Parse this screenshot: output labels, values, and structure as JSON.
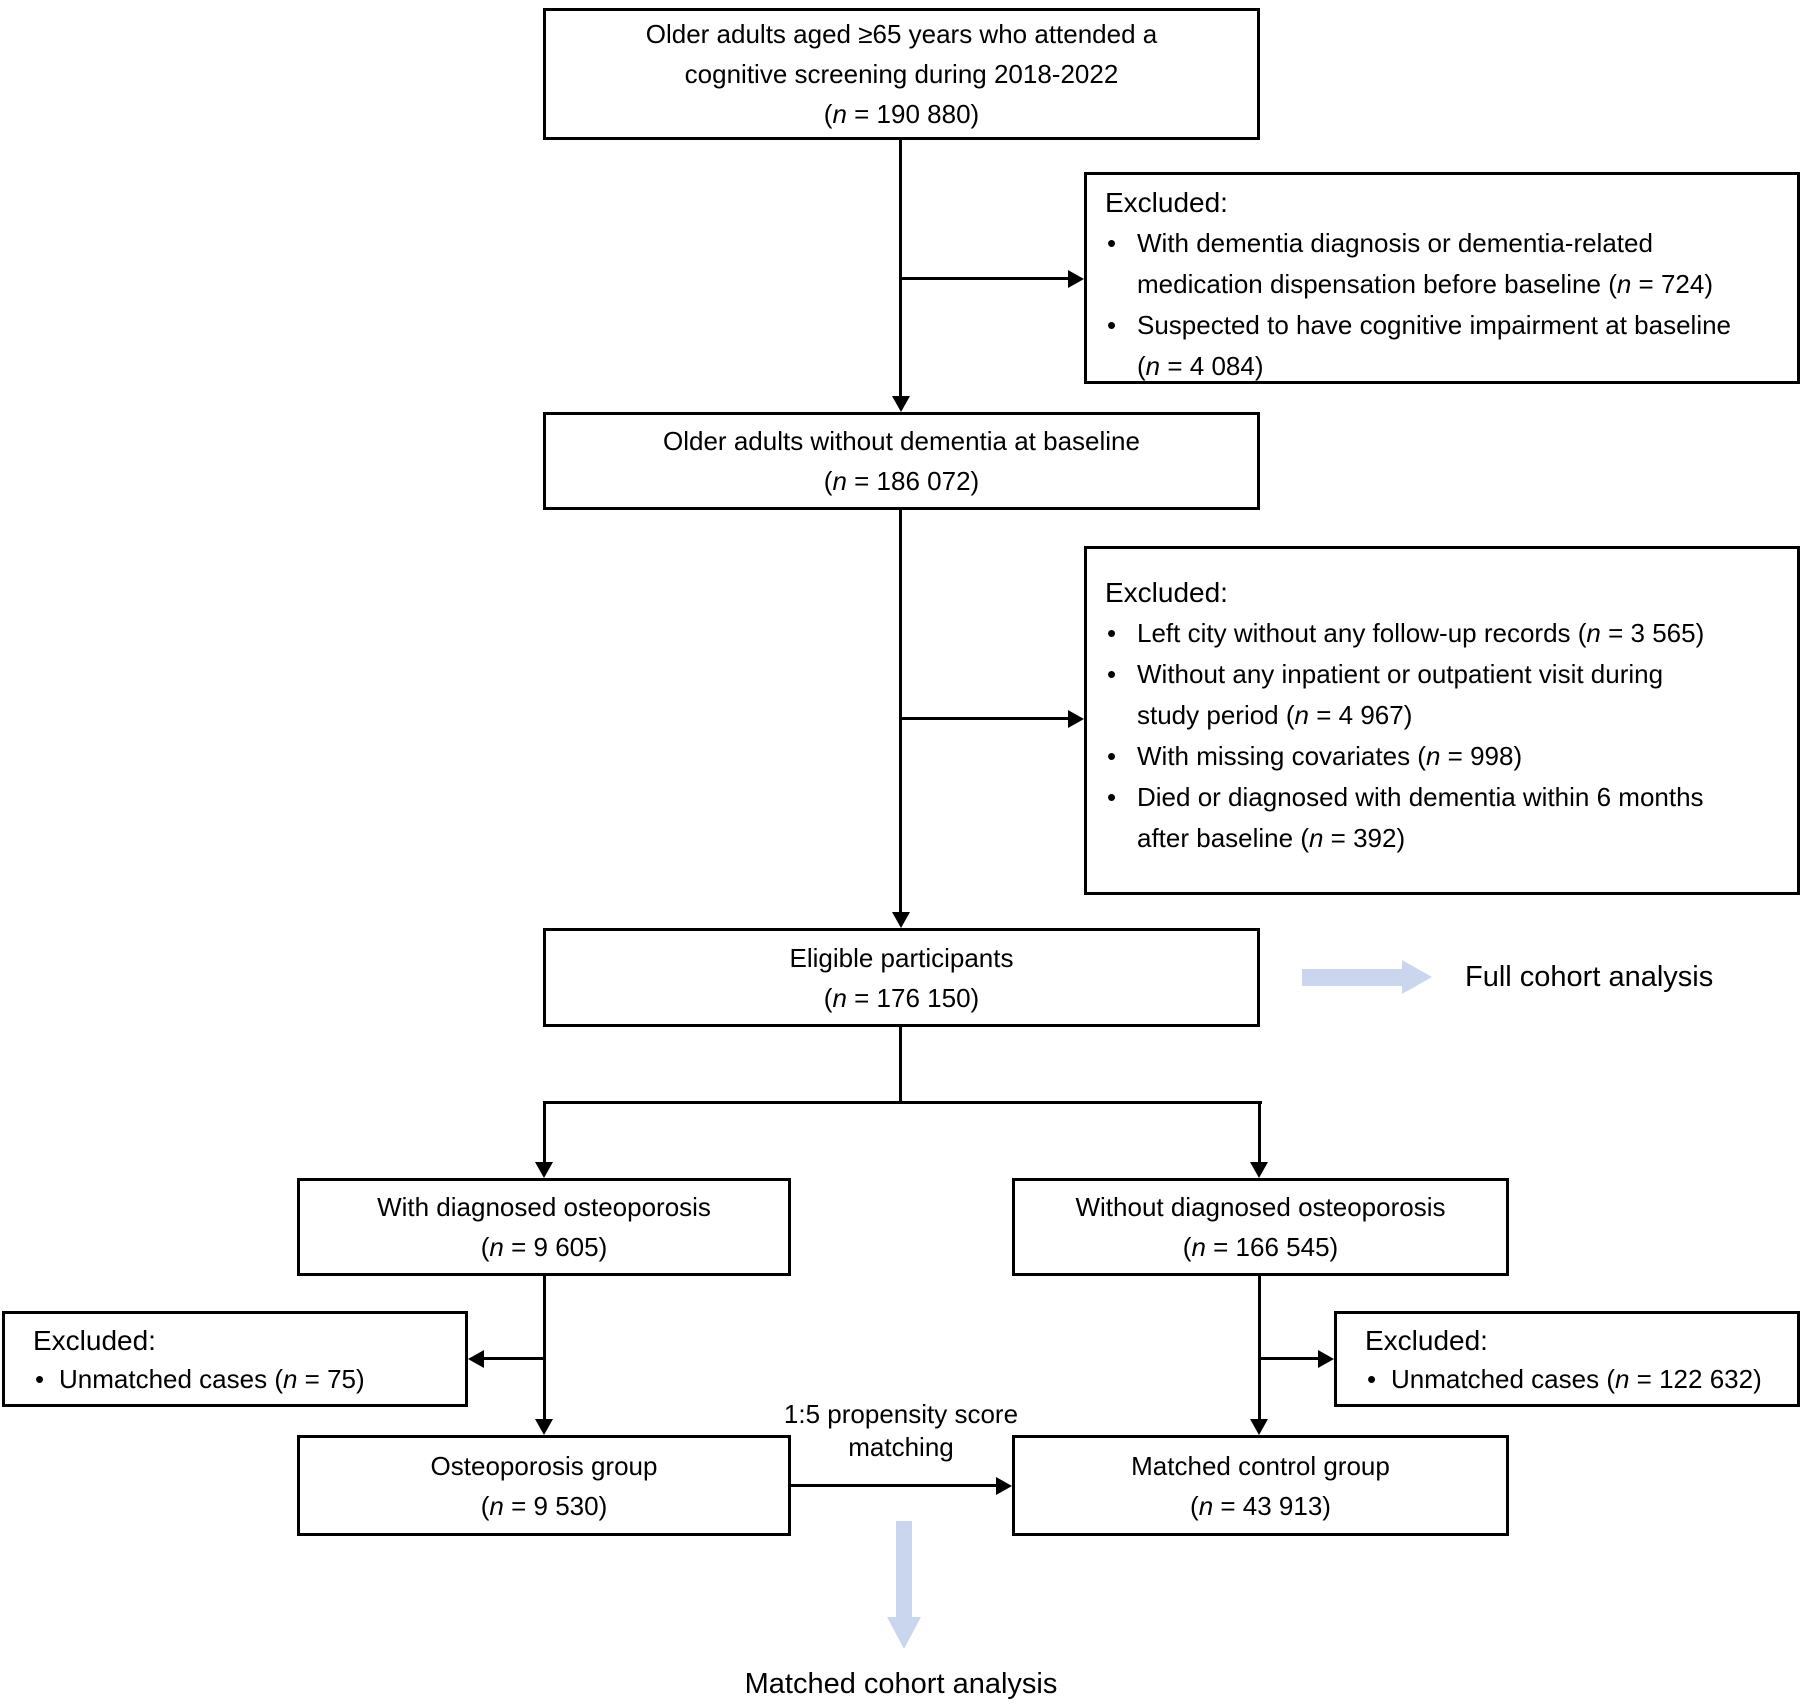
{
  "diagram": {
    "boxes": {
      "screened": {
        "lines": [
          "Older adults aged ≥65 years who attended a",
          "cognitive screening during 2018-2022",
          "(n = 190 880)"
        ]
      },
      "without_dementia": {
        "lines": [
          "Older adults without dementia at baseline",
          "(n = 186 072)"
        ]
      },
      "eligible": {
        "lines": [
          "Eligible participants",
          "(n = 176 150)"
        ]
      },
      "with_osteoporosis": {
        "lines": [
          "With diagnosed osteoporosis",
          "(n = 9 605)"
        ]
      },
      "without_osteoporosis": {
        "lines": [
          "Without diagnosed osteoporosis",
          "(n = 166 545)"
        ]
      },
      "osteoporosis_group": {
        "lines": [
          "Osteoporosis group",
          "(n = 9 530)"
        ]
      },
      "matched_control_group": {
        "lines": [
          "Matched control group",
          "(n = 43 913)"
        ]
      }
    },
    "exclusions": {
      "after_screening": {
        "header": "Excluded:",
        "items": [
          [
            "With dementia diagnosis or dementia-related",
            "medication dispensation before baseline (n = 724)"
          ],
          [
            "Suspected to have cognitive impairment at baseline",
            "(n = 4 084)"
          ]
        ]
      },
      "after_baseline": {
        "header": "Excluded:",
        "items": [
          [
            "Left city without any follow-up records (n = 3 565)"
          ],
          [
            "Without any inpatient or outpatient visit during",
            "study period (n = 4 967)"
          ],
          [
            "With missing covariates (n = 998)"
          ],
          [
            "Died or diagnosed with dementia within 6 months",
            "after baseline (n = 392)"
          ]
        ]
      },
      "unmatched_cases": {
        "header": "Excluded:",
        "items": [
          [
            "Unmatched cases (n = 75)"
          ]
        ]
      },
      "unmatched_controls": {
        "header": "Excluded:",
        "items": [
          [
            "Unmatched cases (n = 122 632)"
          ]
        ]
      }
    },
    "labels": {
      "full_cohort_analysis": "Full cohort analysis",
      "propensity_matching_lines": [
        "1:5 propensity score",
        "matching"
      ],
      "matched_cohort_analysis": "Matched cohort analysis"
    },
    "colors": {
      "accent_arrow": "#c9d6ee",
      "line": "#000000",
      "background": "#ffffff",
      "text": "#000000"
    }
  }
}
